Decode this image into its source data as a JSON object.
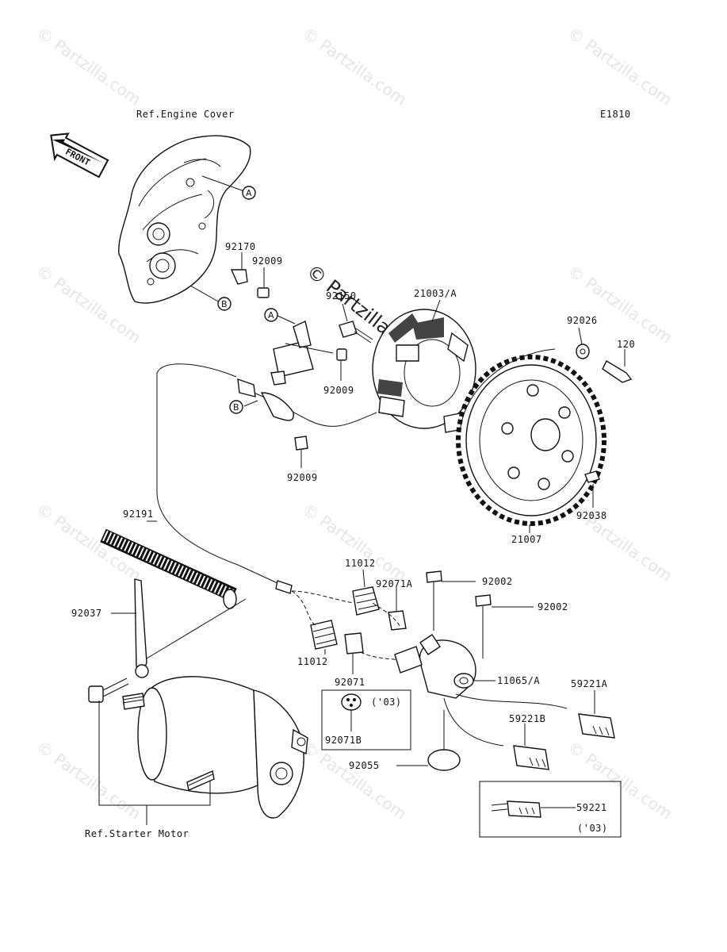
{
  "diagram_code": "E1810",
  "watermark": "© Partzilla.com",
  "watermark_center": "© Partzilla.com",
  "ref_labels": {
    "engine_cover": "Ref.Engine Cover",
    "starter_motor": "Ref.Starter Motor"
  },
  "front_label": "FRONT",
  "callouts": {
    "A": "A",
    "B": "B"
  },
  "year_note": "('03)",
  "parts": {
    "p92170": "92170",
    "p92009a": "92009",
    "p92150": "92150",
    "p21003A": "21003/A",
    "p92026": "92026",
    "p120": "120",
    "p92009b": "92009",
    "p92009c": "92009",
    "p92191": "92191",
    "p21007": "21007",
    "p92038": "92038",
    "p11012a": "11012",
    "p92071A": "92071A",
    "p92002a": "92002",
    "p92002b": "92002",
    "p92037": "92037",
    "p11012b": "11012",
    "p11065A": "11065/A",
    "p92071": "92071",
    "p59221A": "59221A",
    "p92071B": "92071B",
    "p59221B": "59221B",
    "p92055": "92055",
    "p59221": "59221"
  }
}
